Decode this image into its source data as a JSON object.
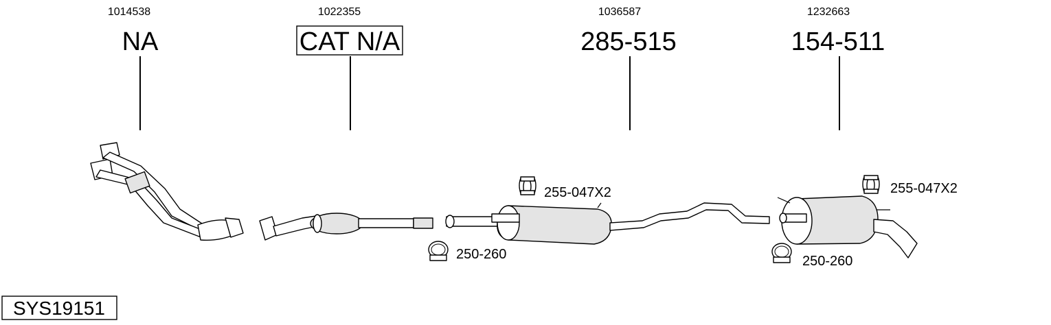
{
  "diagram": {
    "system_code": "SYS19151",
    "parts": [
      {
        "number": "1014538",
        "code": "NA",
        "boxed": false
      },
      {
        "number": "1022355",
        "code": "CAT N/A",
        "boxed": true
      },
      {
        "number": "1036587",
        "code": "285-515",
        "boxed": false
      },
      {
        "number": "1232663",
        "code": "154-511",
        "boxed": false
      }
    ],
    "accessories": [
      {
        "label": "255-047X2",
        "type": "hanger"
      },
      {
        "label": "250-260",
        "type": "clamp"
      },
      {
        "label": "255-047X2",
        "type": "hanger"
      },
      {
        "label": "250-260",
        "type": "clamp"
      }
    ]
  }
}
